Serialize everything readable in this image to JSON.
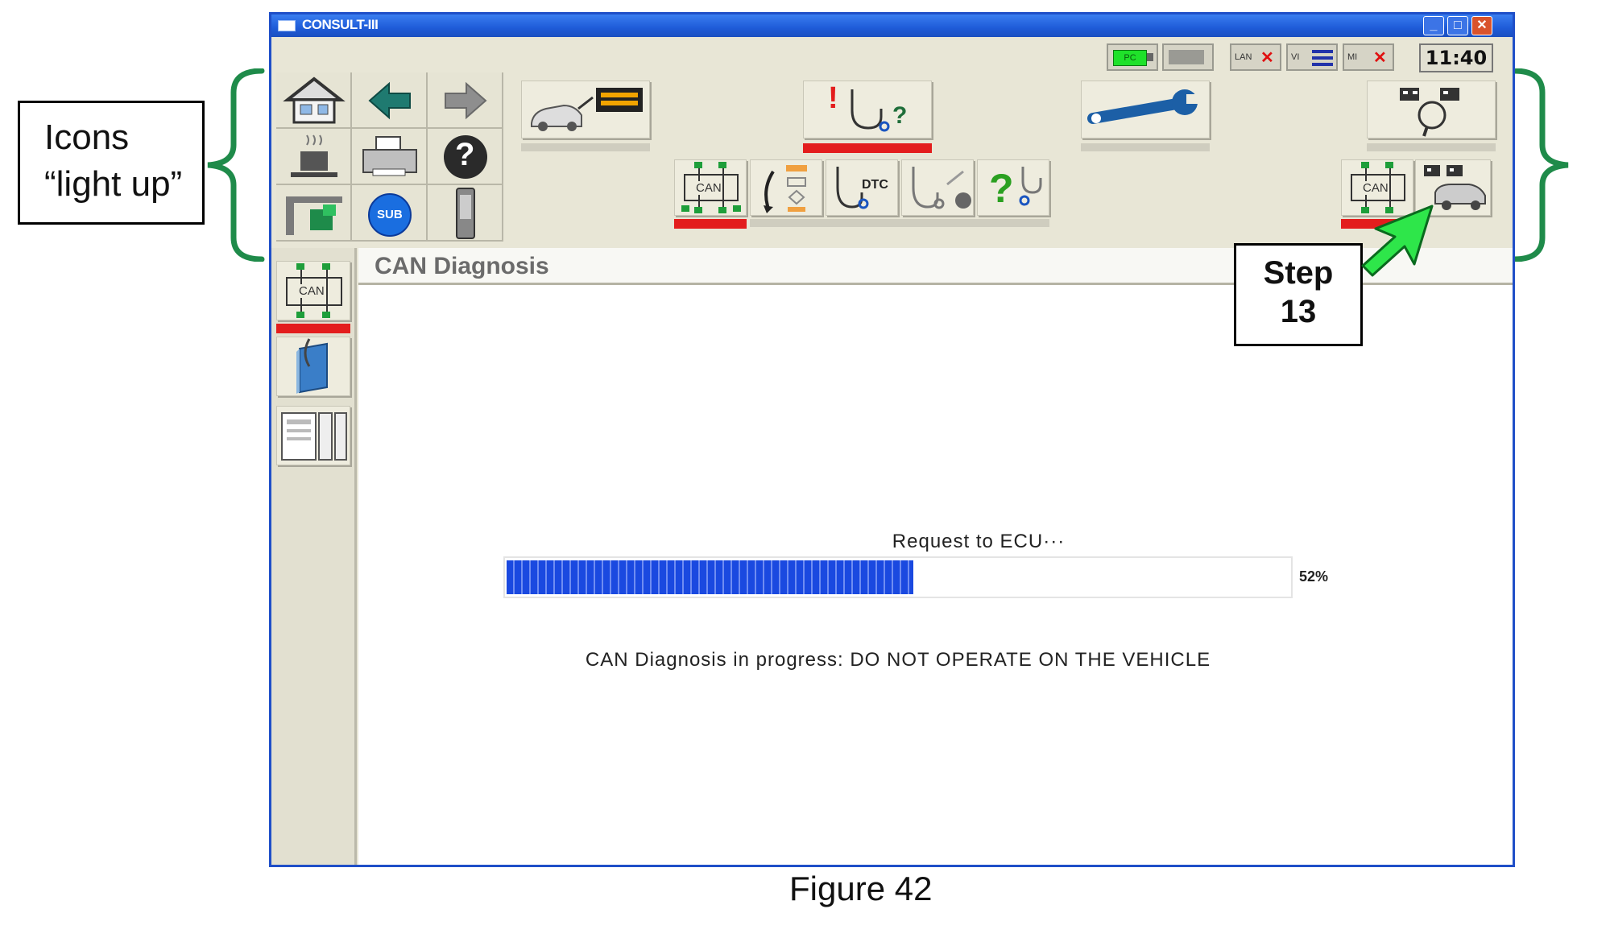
{
  "window": {
    "title": "CONSULT-III",
    "minimize": "_",
    "maximize": "□",
    "close": "✕"
  },
  "status": {
    "pc_label": "PC",
    "lan_label": "LAN",
    "vi_label": "VI",
    "mi_label": "MI",
    "time": "11:40"
  },
  "toolbar": {
    "sub_label": "SUB",
    "can_label": "CAN",
    "dtc_label": "DTC",
    "help_glyph": "?",
    "bang_glyph": "!",
    "small_q": "?"
  },
  "content": {
    "header": "CAN Diagnosis",
    "request": "Request to ECU···",
    "progress": {
      "value": 52,
      "label": "52%"
    },
    "warning": "CAN Diagnosis in progress: DO NOT OPERATE ON THE VEHICLE"
  },
  "annotations": {
    "icons_line1": "Icons",
    "icons_line2": "“light up”",
    "step_line1": "Step",
    "step_line2": "13",
    "figure": "Figure 42"
  },
  "colors": {
    "accent_red": "#e31d1d",
    "progress_blue": "#1a49e0",
    "callout_green": "#1f8b4a",
    "arrow_green": "#2ee64a"
  }
}
